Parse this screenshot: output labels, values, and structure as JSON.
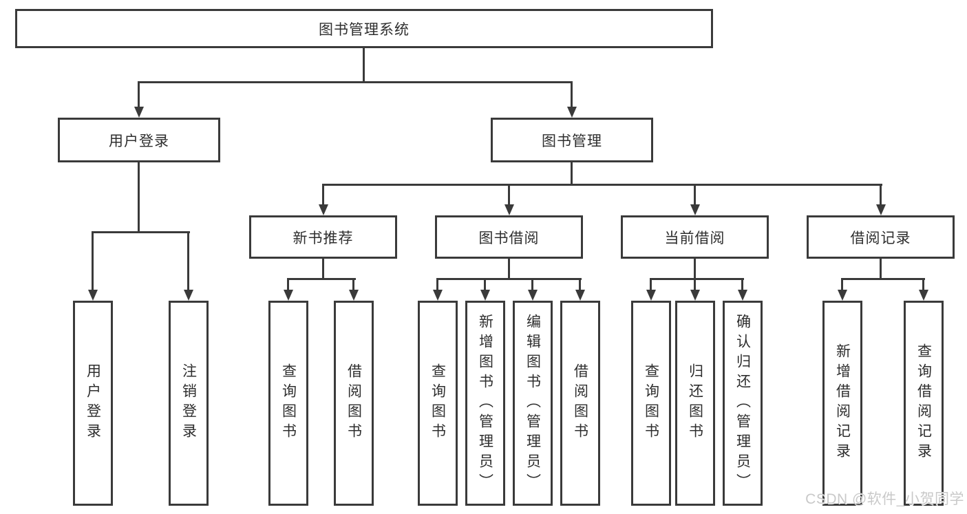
{
  "diagram_type": "functional-structure-tree",
  "tree": {
    "label": "图书管理系统",
    "children": [
      {
        "label": "用户登录",
        "children": [
          {
            "label": "用户登录"
          },
          {
            "label": "注销登录"
          }
        ]
      },
      {
        "label": "图书管理",
        "children": [
          {
            "label": "新书推荐",
            "children": [
              {
                "label": "查询图书"
              },
              {
                "label": "借阅图书"
              }
            ]
          },
          {
            "label": "图书借阅",
            "children": [
              {
                "label": "查询图书"
              },
              {
                "label": "新增图书（管理员）"
              },
              {
                "label": "编辑图书（管理员）"
              },
              {
                "label": "借阅图书"
              }
            ]
          },
          {
            "label": "当前借阅",
            "children": [
              {
                "label": "查询图书"
              },
              {
                "label": "归还图书"
              },
              {
                "label": "确认归还（管理员）"
              }
            ]
          },
          {
            "label": "借阅记录",
            "children": [
              {
                "label": "新增借阅记录"
              },
              {
                "label": "查询借阅记录"
              }
            ]
          }
        ]
      }
    ]
  },
  "watermark": {
    "text": "CSDN @软件_小贺同学"
  },
  "colors": {
    "background": "#ffffff",
    "line": "#3a3a3a",
    "box_border": "#3a3a3a",
    "box_fill": "#ffffff",
    "text": "#2e2e2e",
    "watermark": "#c9c9c9"
  }
}
